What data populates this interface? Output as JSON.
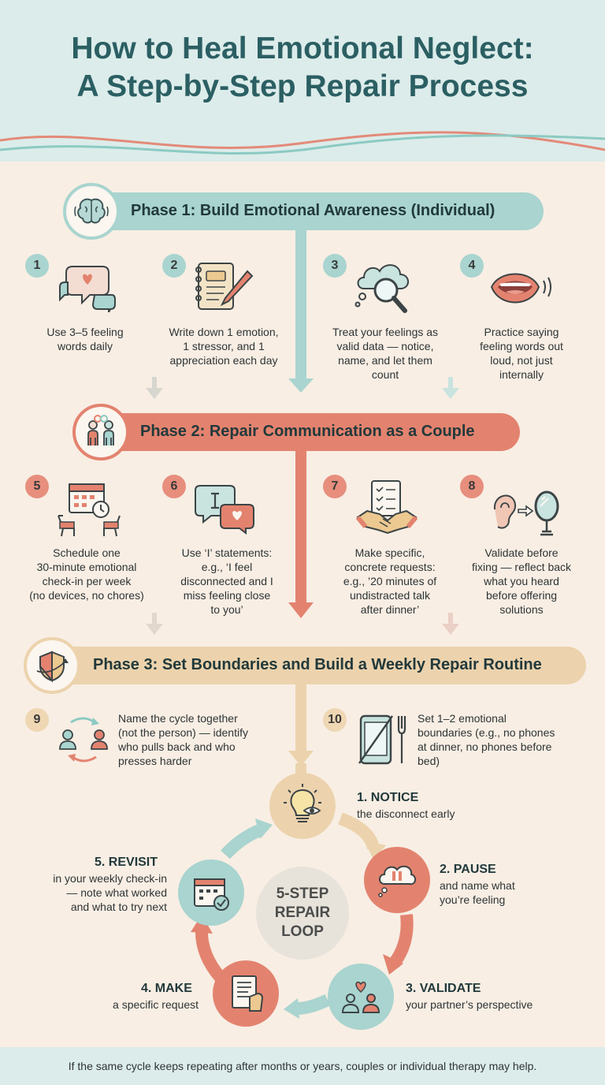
{
  "header": {
    "title_line1": "How to Heal Emotional Neglect:",
    "title_line2": "A Step-by-Step Repair Process"
  },
  "colors": {
    "teal": "#a9d4cf",
    "coral": "#e3836f",
    "sand": "#ecd3ad",
    "title": "#2b5f63"
  },
  "phase1": {
    "label": "Phase 1: Build Emotional Awareness (Individual)",
    "icon": "brain-icon",
    "steps": [
      {
        "num": "1",
        "icon": "chat-heart-icon",
        "lines": [
          "Use 3–5 feeling",
          "words daily"
        ]
      },
      {
        "num": "2",
        "icon": "journal-pen-icon",
        "lines": [
          "Write down 1 emotion,",
          "1 stressor, and 1",
          "appreciation each day"
        ]
      },
      {
        "num": "3",
        "icon": "thought-magnifier-icon",
        "lines": [
          "Treat your feelings as",
          "valid data — notice,",
          "name, and let them",
          "count"
        ]
      },
      {
        "num": "4",
        "icon": "speaking-mouth-icon",
        "lines": [
          "Practice saying",
          "feeling words out",
          "loud, not just",
          "internally"
        ]
      }
    ]
  },
  "phase2": {
    "label": "Phase 2: Repair Communication as a Couple",
    "icon": "couple-icon",
    "steps": [
      {
        "num": "5",
        "icon": "calendar-chairs-icon",
        "lines": [
          "Schedule one",
          "30-minute emotional",
          "check-in per week",
          "(no devices, no chores)"
        ]
      },
      {
        "num": "6",
        "icon": "i-statement-bubbles-icon",
        "lines": [
          "Use ‘I’ statements:",
          "e.g., ‘I feel",
          "disconnected and I",
          "miss feeling close",
          "to you’"
        ]
      },
      {
        "num": "7",
        "icon": "checklist-handshake-icon",
        "lines": [
          "Make specific,",
          "concrete requests:",
          "e.g., ’20 minutes of",
          "undistracted talk",
          "after dinner’"
        ]
      },
      {
        "num": "8",
        "icon": "ear-mirror-icon",
        "lines": [
          "Validate before",
          "fixing — reflect back",
          "what you heard",
          "before offering",
          "solutions"
        ]
      }
    ]
  },
  "phase3": {
    "label": "Phase 3: Set Boundaries and Build a Weekly Repair Routine",
    "icon": "shield-icon",
    "steps": [
      {
        "num": "9",
        "icon": "cycle-people-icon",
        "lines": [
          "Name the cycle together",
          "(not the person) — identify",
          "who pulls back and who",
          "presses harder"
        ]
      },
      {
        "num": "10",
        "icon": "no-phone-icon",
        "lines": [
          "Set 1–2 emotional",
          "boundaries (e.g., no phones",
          "at dinner, no phones before",
          "bed)"
        ]
      }
    ]
  },
  "loop": {
    "center_lines": [
      "5-STEP",
      "REPAIR",
      "LOOP"
    ],
    "steps": [
      {
        "title": "1. NOTICE",
        "desc": [
          "the disconnect early"
        ],
        "icon": "lightbulb-eye-icon"
      },
      {
        "title": "2. PAUSE",
        "desc": [
          "and name what",
          "you’re feeling"
        ],
        "icon": "pause-bubble-icon"
      },
      {
        "title": "3. VALIDATE",
        "desc": [
          "your partner’s perspective"
        ],
        "icon": "heart-people-icon"
      },
      {
        "title": "4. MAKE",
        "desc": [
          "a specific request"
        ],
        "icon": "request-paper-icon"
      },
      {
        "title": "5. REVISIT",
        "desc": [
          "in your weekly check-in",
          "— note what worked",
          "and what to try next"
        ],
        "icon": "calendar-check-icon"
      }
    ]
  },
  "footer": {
    "text": "If the same cycle keeps repeating after months or years, couples or individual therapy may help."
  }
}
